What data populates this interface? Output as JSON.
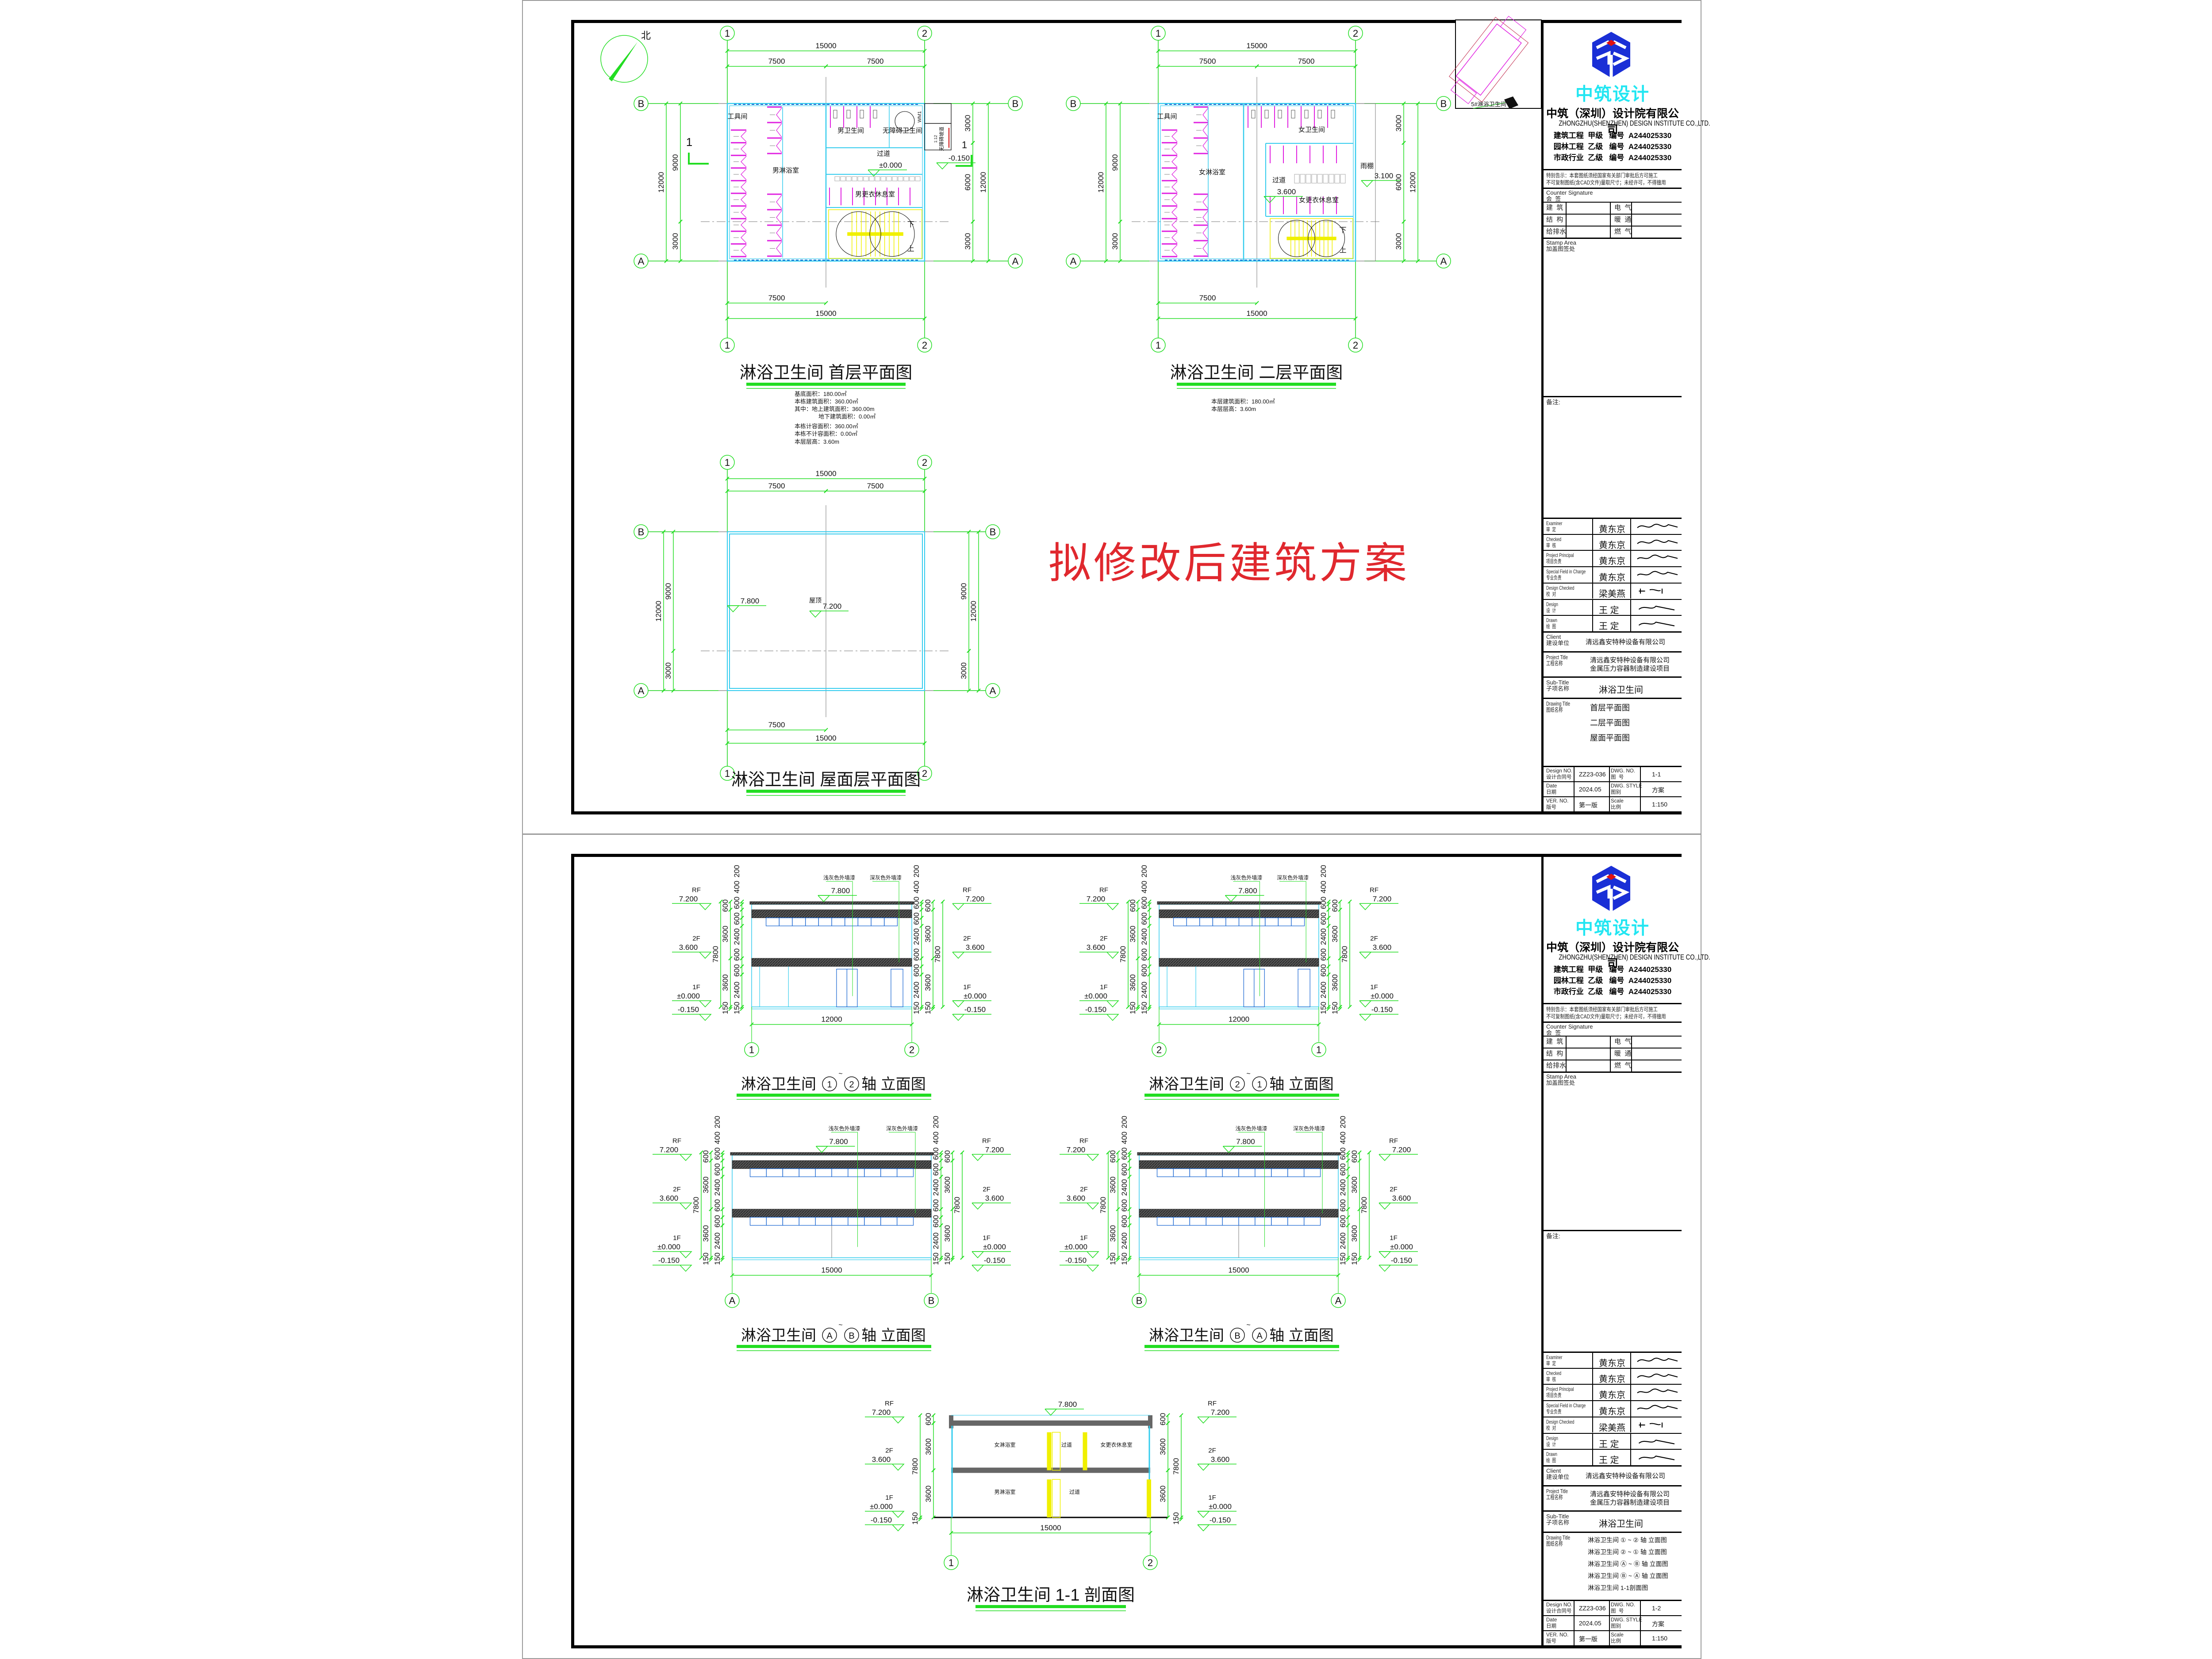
{
  "north_arrow": {
    "label": "北"
  },
  "overlay_note": "拟修改后建筑方案",
  "key_plan": {
    "label": "5#淋浴卫生间"
  },
  "plans": {
    "first_floor": {
      "title": "淋浴卫生间  首层平面图",
      "axes": {
        "col_1": "1",
        "col_2": "2",
        "row_b": "B",
        "row_a": "A"
      },
      "dims": {
        "total": "15000",
        "half": "7500",
        "depth_total": "12000",
        "depth_upper": "9000",
        "depth_lower": "3000",
        "right_top": "3000",
        "right_mid": "6000",
        "right_bottom": "3000"
      },
      "rooms": [
        "工具间",
        "男淋浴室",
        "男卫生间",
        "无障碍卫生间",
        "过道",
        "男更衣休息室"
      ],
      "levels": {
        "inside": "±0.000",
        "outside": "-0.150"
      },
      "ramp": {
        "label": "无障碍坡道",
        "slope": "1:12"
      },
      "door_tag": "WM1",
      "stair": {
        "down": "下",
        "up": "上"
      },
      "section_mark": "1",
      "notes": [
        "基底面积：180.00㎡",
        "本栋建筑面积：360.00㎡",
        "其中：地上建筑面积：360.00m",
        "地下建筑面积：0.00㎡",
        "本栋计容面积：360.00㎡",
        "本栋不计容面积：0.00㎡",
        "本层层高：3.60m"
      ]
    },
    "second_floor": {
      "title": "淋浴卫生间  二层平面图",
      "axes": {
        "col_1": "1",
        "col_2": "2",
        "row_b": "B",
        "row_a": "A"
      },
      "dims": {
        "total": "15000",
        "half": "7500",
        "depth_total": "12000",
        "depth_upper": "9000",
        "depth_lower": "3000",
        "right_top": "3000",
        "right_mid": "6000",
        "right_bottom": "3000"
      },
      "rooms": [
        "工具间",
        "女淋浴室",
        "女卫生间",
        "过道",
        "女更衣休息室",
        "雨棚"
      ],
      "levels": {
        "inside": "3.600",
        "canopy": "3.100"
      },
      "stair": {
        "down": "下",
        "up": "上"
      },
      "notes": [
        "本层建筑面积：180.00㎡",
        "本层层高：3.60m"
      ]
    },
    "roof": {
      "title": "淋浴卫生间  屋面层平面图",
      "axes": {
        "col_1": "1",
        "col_2": "2",
        "row_b": "B",
        "row_a": "A"
      },
      "dims": {
        "total": "15000",
        "half": "7500",
        "depth_total": "12000",
        "depth_upper": "9000",
        "depth_lower": "3000"
      },
      "roof_label": "屋顶",
      "levels": {
        "roof": "7.200",
        "parapet": "7.800"
      }
    }
  },
  "elevation_common": {
    "levels": {
      "rf_tag": "RF",
      "rf": "7.200",
      "f2_tag": "2F",
      "f2": "3.600",
      "f1_tag": "1F",
      "f1": "±0.000",
      "ground": "-0.150",
      "top": "7.800"
    },
    "dims_outer": {
      "total": "7800",
      "floor": "3600",
      "parapet": "600",
      "plinth": "150"
    },
    "dims_inner": [
      "200",
      "400",
      "600",
      "600",
      "2400",
      "600",
      "600",
      "2400",
      "150"
    ],
    "paint": [
      "浅灰色外墙漆",
      "深灰色外墙漆"
    ]
  },
  "elevations": [
    {
      "title_prefix": "淋浴卫生间",
      "axis_from": "1",
      "axis_to": "2",
      "title_suffix": "轴  立面图",
      "width_dim": "12000",
      "sep": "~"
    },
    {
      "title_prefix": "淋浴卫生间",
      "axis_from": "2",
      "axis_to": "1",
      "title_suffix": "轴  立面图",
      "width_dim": "12000",
      "sep": "~"
    },
    {
      "title_prefix": "淋浴卫生间",
      "axis_from": "A",
      "axis_to": "B",
      "title_suffix": "轴  立面图",
      "width_dim": "15000",
      "sep": "~"
    },
    {
      "title_prefix": "淋浴卫生间",
      "axis_from": "B",
      "axis_to": "A",
      "title_suffix": "轴  立面图",
      "width_dim": "15000",
      "sep": "~"
    }
  ],
  "section": {
    "title": "淋浴卫生间  1-1  剖面图",
    "axis_from": "1",
    "axis_to": "2",
    "width_dim": "15000",
    "rooms_2f": [
      "女淋浴室",
      "过道",
      "女更衣休息室"
    ],
    "rooms_1f": [
      "男淋浴室",
      "过道"
    ]
  },
  "title_block": {
    "brand": "中筑设计",
    "company_cn": "中筑（深圳）设计院有限公司",
    "company_en": "ZHONGZHU(SHENZHEN) DESIGN INSTITUTE CO.,LTD.",
    "certs": [
      "建筑工程  甲级   编号  A244025330",
      "园林工程  乙级   编号  A244025330",
      "市政行业  乙级   编号  A244025330"
    ],
    "warning": "特别告示：本套图纸须经国家有关部门审批后方可施工\n不可复制图纸(含CAD文件)量取尺寸；未经许可，不得擅用",
    "counter_signature": "Counter Signature\n会  签",
    "counter_rows": [
      [
        "建  筑",
        "电  气"
      ],
      [
        "结  构",
        "暖  通"
      ],
      [
        "给排水",
        "燃  气"
      ]
    ],
    "stamp_area": "Stamp Area\n加盖图签处",
    "remarks": "备注:",
    "signers": [
      {
        "role": "Examiner\n审  定",
        "name": "黄东京"
      },
      {
        "role": "Checked\n审  核",
        "name": "黄东京"
      },
      {
        "role": "Project Principal\n项目负责",
        "name": "黄东京"
      },
      {
        "role": "Special Field in Charge\n专业负责",
        "name": "黄东京"
      },
      {
        "role": "Design Checked\n校  对",
        "name": "梁美燕"
      },
      {
        "role": "Design\n设  计",
        "name": "王  定"
      },
      {
        "role": "Drawn\n绘  图",
        "name": "王  定"
      }
    ],
    "client_label": "Client\n建设单位",
    "client": "清远鑫安特种设备有限公司",
    "project_label": "Project Title\n工程名称",
    "project": [
      "清远鑫安特种设备有限公司",
      "金属压力容器制造建设项目"
    ],
    "subtitle_label": "Sub-Title\n子项名称",
    "subtitle": "淋浴卫生间",
    "drawing_title_label": "Drawing Title\n图纸名称",
    "design_no_label": "Design NO.\n设计合同号",
    "design_no": "ZZ23-036",
    "dwg_no_label": "DWG. NO.\n图  号",
    "date_label": "Date\n日期",
    "date": "2024.05",
    "style_label": "DWG. STYLE\n图别",
    "style": "方案",
    "ver_label": "VER. NO.\n版号",
    "ver": "第一版",
    "scale_label": "Scale\n比例",
    "scale": "1:150"
  },
  "sheets": [
    {
      "dwg_no": "1-1",
      "drawing_titles": [
        "首层平面图",
        "二层平面图",
        "屋面平面图"
      ]
    },
    {
      "dwg_no": "1-2",
      "drawing_titles": [
        "淋浴卫生间 ① ~ ② 轴 立面图",
        "淋浴卫生间 ② ~ ① 轴 立面图",
        "淋浴卫生间 Ⓐ ~ Ⓑ 轴 立面图",
        "淋浴卫生间 Ⓑ ~ Ⓐ 轴 立面图",
        "淋浴卫生间 1-1剖面图"
      ]
    }
  ],
  "colors": {
    "axis_green": "#22dd22",
    "wall_cyan": "#33ccee",
    "fixture_magenta": "#e020e0",
    "door_blue": "#1060d0",
    "stair_yellow": "#f0f000",
    "note_red": "#e0282e",
    "brand_cyan": "#22e6f2",
    "logo_blue": "#1a2fd6"
  }
}
